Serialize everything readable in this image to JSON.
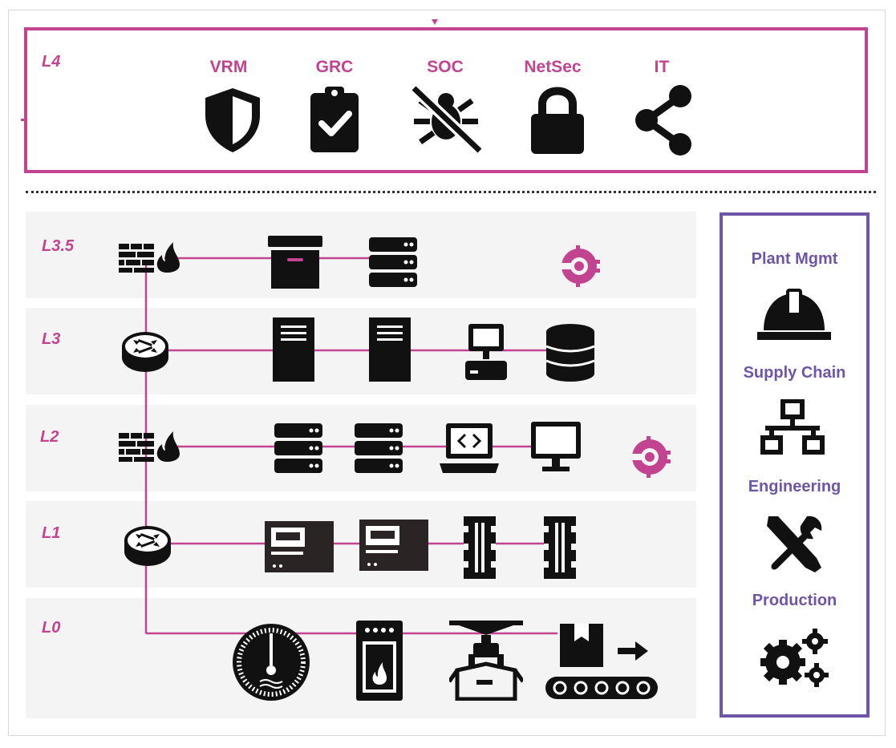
{
  "colors": {
    "magenta": "#c2438f",
    "purple": "#6f55a6",
    "band": "#f4f4f4",
    "ink": "#111111"
  },
  "l4": {
    "label": "L4",
    "items": [
      {
        "title": "VRM",
        "icon": "shield-icon"
      },
      {
        "title": "GRC",
        "icon": "clipboard-check-icon"
      },
      {
        "title": "SOC",
        "icon": "bug-crossed-icon"
      },
      {
        "title": "NetSec",
        "icon": "padlock-icon"
      },
      {
        "title": "IT",
        "icon": "share-icon"
      }
    ]
  },
  "levels": [
    {
      "label": "L3.5",
      "devices": [
        "firewall-icon",
        "archive-icon",
        "server-rack-icon",
        "defender-logo-icon"
      ]
    },
    {
      "label": "L3",
      "devices": [
        "router-icon",
        "server-tower-icon",
        "server-tower-icon",
        "workstation-icon",
        "database-icon"
      ]
    },
    {
      "label": "L2",
      "devices": [
        "firewall-icon",
        "server-rack-icon",
        "server-rack-icon",
        "laptop-code-icon",
        "monitor-icon",
        "defender-logo-icon"
      ]
    },
    {
      "label": "L1",
      "devices": [
        "router-icon",
        "plc-icon",
        "plc-icon",
        "io-module-icon",
        "io-module-icon"
      ]
    },
    {
      "label": "L0",
      "devices": [
        "gauge-icon",
        "furnace-icon",
        "robot-arm-icon",
        "conveyor-icon"
      ]
    }
  ],
  "sidebar": {
    "items": [
      {
        "title": "Plant Mgmt",
        "icon": "hard-hat-icon"
      },
      {
        "title": "Supply Chain",
        "icon": "network-tree-icon"
      },
      {
        "title": "Engineering",
        "icon": "tools-icon"
      },
      {
        "title": "Production",
        "icon": "gears-icon"
      }
    ]
  }
}
